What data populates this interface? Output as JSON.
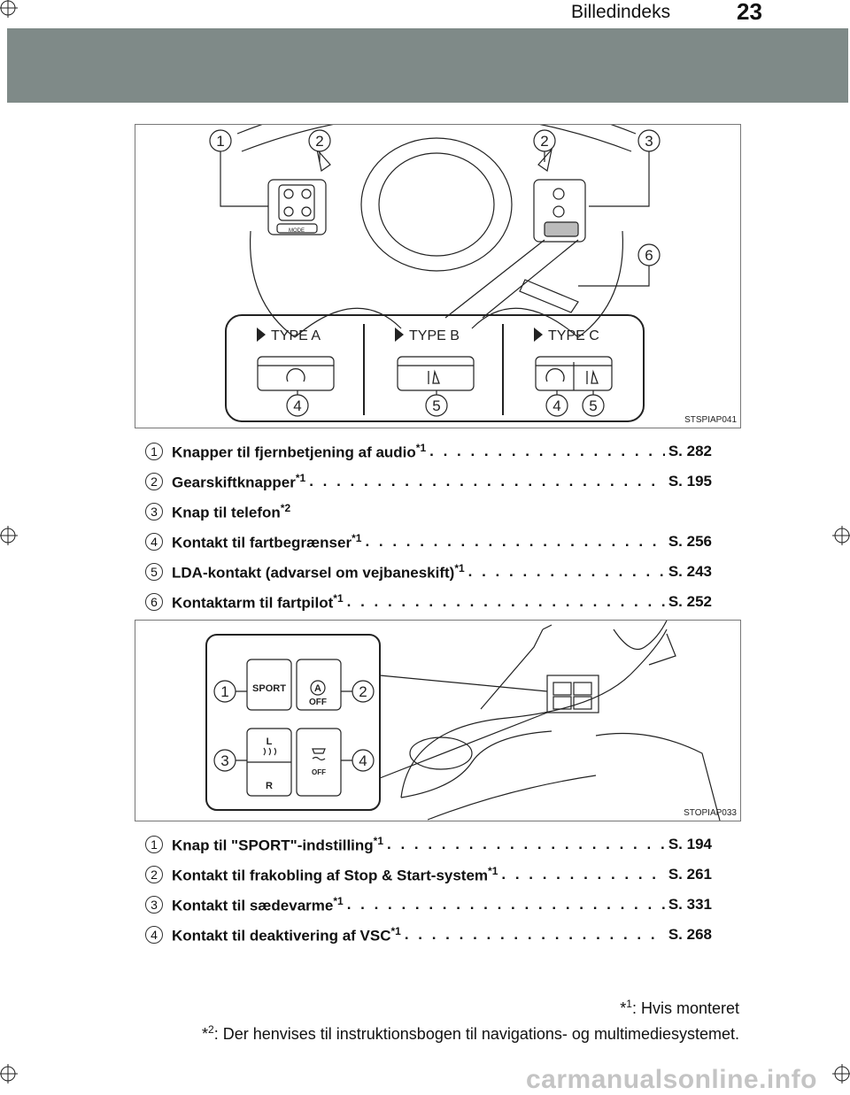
{
  "header": {
    "title": "Billedindeks",
    "page_number": "23"
  },
  "figure1": {
    "id": "STSPIAP041",
    "callouts": [
      "1",
      "2",
      "2",
      "3",
      "6",
      "4",
      "5",
      "4",
      "5"
    ],
    "panels": [
      "TYPE A",
      "TYPE B",
      "TYPE C"
    ],
    "switch_labels": {
      "mode": "MODE"
    }
  },
  "list1": [
    {
      "num": "1",
      "label": "Knapper til fjernbetjening af audio",
      "sup": "*1",
      "page": "S. 282"
    },
    {
      "num": "2",
      "label": "Gearskiftknapper",
      "sup": "*1",
      "page": "S. 195"
    },
    {
      "num": "3",
      "label": "Knap til telefon",
      "sup": "*2",
      "page": ""
    },
    {
      "num": "4",
      "label": "Kontakt til fartbegrænser",
      "sup": "*1",
      "page": "S. 256"
    },
    {
      "num": "5",
      "label": "LDA-kontakt (advarsel om vejbaneskift)",
      "sup": "*1",
      "page": "S. 243"
    },
    {
      "num": "6",
      "label": "Kontaktarm til fartpilot",
      "sup": "*1",
      "page": "S. 252"
    }
  ],
  "figure2": {
    "id": "STOPIAP033",
    "callouts": [
      "1",
      "2",
      "3",
      "4"
    ],
    "button_labels": {
      "sport": "SPORT",
      "a": "A",
      "off1": "OFF",
      "l": "L",
      "r": "R",
      "off2": "OFF"
    }
  },
  "list2": [
    {
      "num": "1",
      "label": "Knap til \"SPORT\"-indstilling",
      "sup": "*1",
      "page": "S. 194"
    },
    {
      "num": "2",
      "label": "Kontakt til frakobling af Stop & Start-system",
      "sup": "*1",
      "page": "S. 261"
    },
    {
      "num": "3",
      "label": "Kontakt til sædevarme",
      "sup": "*1",
      "page": "S. 331"
    },
    {
      "num": "4",
      "label": "Kontakt til deaktivering af VSC",
      "sup": "*1",
      "page": "S. 268"
    }
  ],
  "footnotes": [
    {
      "mark": "*",
      "sup": "1",
      "text": ": Hvis monteret"
    },
    {
      "mark": "*",
      "sup": "2",
      "text": ": Der henvises til instruktionsbogen til navigations- og multimediesystemet."
    }
  ],
  "watermark": "carmanualsonline.info"
}
